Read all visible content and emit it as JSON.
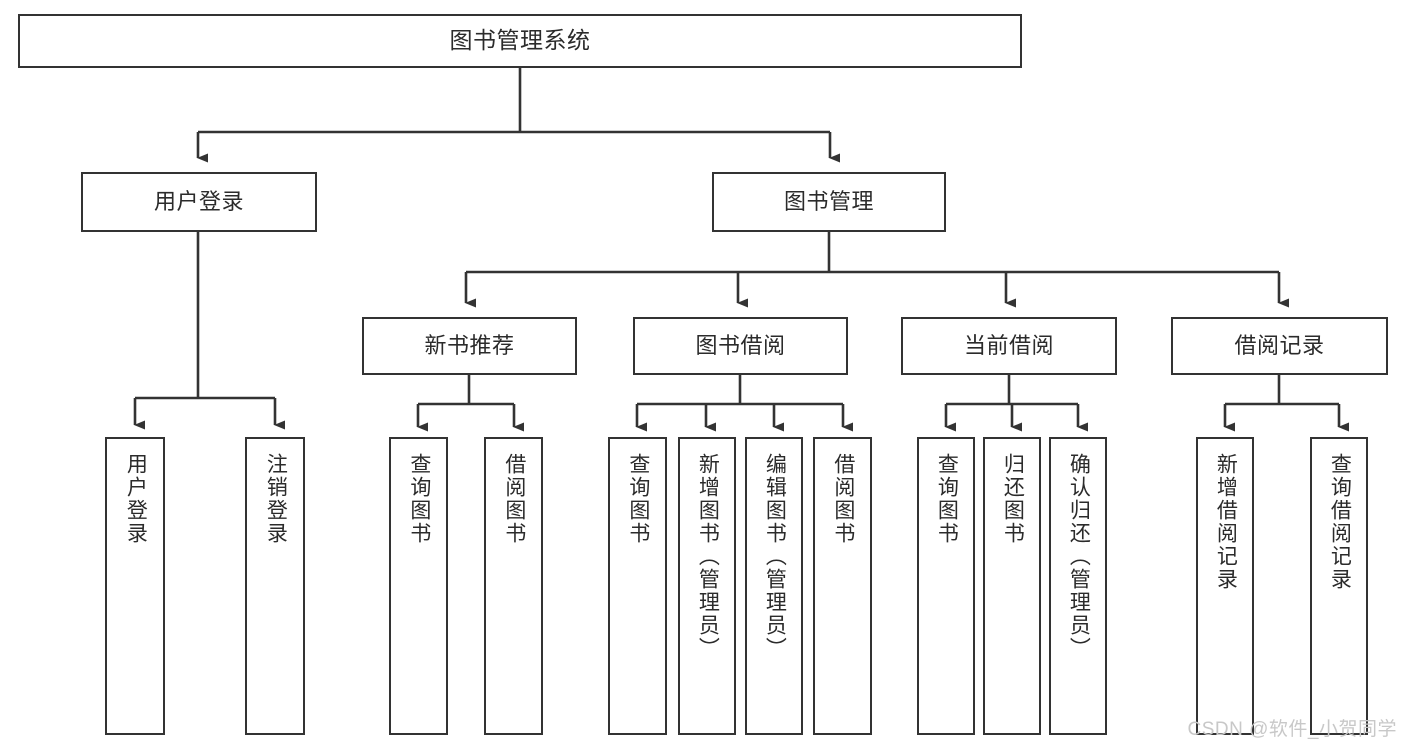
{
  "diagram": {
    "title": "图书管理系统",
    "type": "tree-hierarchy-diagram",
    "colors": {
      "box_border": "#333333",
      "box_fill": "#ffffff",
      "connector": "#333333",
      "text": "#2b2b2b",
      "watermark": "#c8c8c8"
    },
    "root": {
      "label": "图书管理系统"
    },
    "level2": [
      {
        "label": "用户登录"
      },
      {
        "label": "图书管理"
      }
    ],
    "level3": [
      {
        "label": "新书推荐"
      },
      {
        "label": "图书借阅"
      },
      {
        "label": "当前借阅"
      },
      {
        "label": "借阅记录"
      }
    ],
    "leaves": {
      "user_login": [
        {
          "label": "用户登录"
        },
        {
          "label": "注销登录"
        }
      ],
      "new_book_recommend": [
        {
          "label": "查询图书"
        },
        {
          "label": "借阅图书"
        }
      ],
      "book_borrow": [
        {
          "label": "查询图书"
        },
        {
          "label": "新增图书（管理员）"
        },
        {
          "label": "编辑图书（管理员）"
        },
        {
          "label": "借阅图书"
        }
      ],
      "current_borrow": [
        {
          "label": "查询图书"
        },
        {
          "label": "归还图书"
        },
        {
          "label": "确认归还（管理员）"
        }
      ],
      "borrow_record": [
        {
          "label": "新增借阅记录"
        },
        {
          "label": "查询借阅记录"
        }
      ]
    }
  },
  "watermark": {
    "text": "CSDN @软件_小贺同学"
  }
}
